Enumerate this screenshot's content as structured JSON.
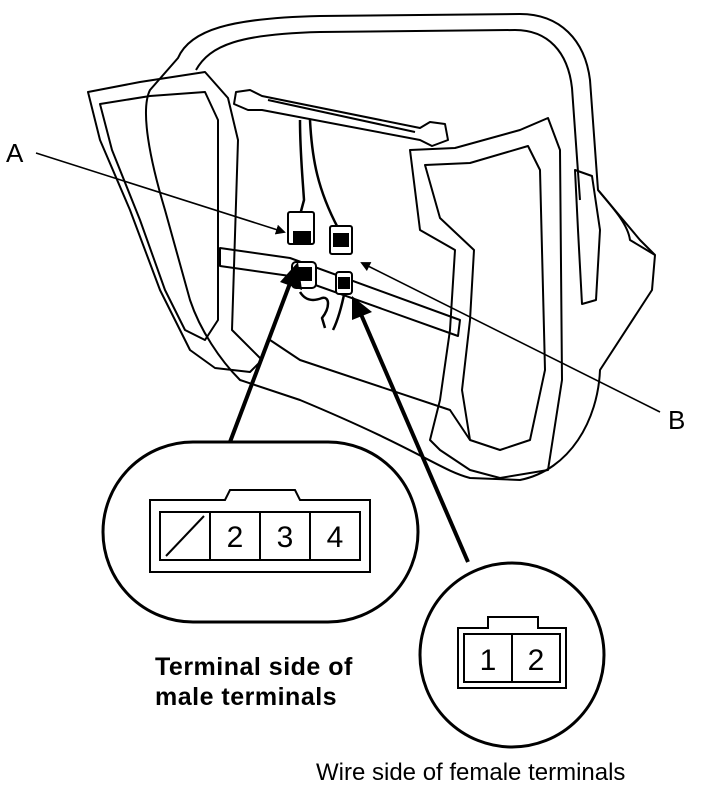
{
  "callouts": {
    "a": "A",
    "b": "B"
  },
  "male_connector": {
    "pins": [
      "2",
      "3",
      "4"
    ],
    "caption": "Terminal side of male terminals"
  },
  "female_connector": {
    "pins": [
      "1",
      "2"
    ],
    "caption": "Wire side of female terminals"
  }
}
